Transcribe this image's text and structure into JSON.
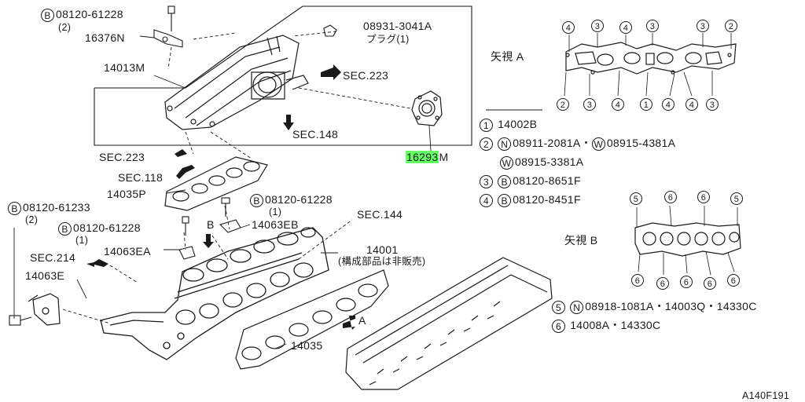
{
  "callouts": {
    "bolt_a": "08120-61228",
    "bolt_a_qty": "(2)",
    "bracket": "16376N",
    "plug": "08931-3041A",
    "plug_desc": "プラグ(1)",
    "collector": "14013M",
    "sec223_top": "SEC.223",
    "sec148": "SEC.148",
    "gasket_highlight": "16293",
    "gasket_suffix": "M",
    "sec223_mid": "SEC.223",
    "sec118": "SEC.118",
    "gasket_14035p": "14035P",
    "bolt_b": "08120-61228",
    "bolt_b_qty": "(1)",
    "bolt_c": "08120-61233",
    "bolt_c_qty": "(2)",
    "sec144": "SEC.144",
    "bolt_d": "08120-61228",
    "bolt_d_qty": "(1)",
    "bracket_eb": "14063EB",
    "view_b_marker": "B",
    "manifold": "14001",
    "manifold_note": "(構成部品は非販売)",
    "bracket_ea": "14063EA",
    "sec214": "SEC.214",
    "bracket_e": "14063E",
    "view_a_marker": "A",
    "gasket_14035": "14035",
    "drawing_id": "A140F191"
  },
  "view_a": {
    "title": "矢視 A",
    "top_numbers": [
      "4",
      "3",
      "4",
      "3",
      "3",
      "2"
    ],
    "bottom_numbers": [
      "2",
      "3",
      "4",
      "1",
      "4",
      "4",
      "3"
    ]
  },
  "view_b": {
    "title": "矢視 B",
    "top_numbers": [
      "5",
      "6",
      "6",
      "5"
    ],
    "bottom_numbers": [
      "6",
      "6",
      "6",
      "6",
      "6"
    ]
  },
  "legend": {
    "row1": {
      "num": "1",
      "text": "14002B"
    },
    "row2": {
      "num": "2",
      "prefix1": "N",
      "part1": "08911-2081A・",
      "prefix2": "W",
      "part2": "08915-4381A"
    },
    "row2b": {
      "prefix": "W",
      "part": "08915-3381A"
    },
    "row3": {
      "num": "3",
      "prefix": "B",
      "part": "08120-8651F"
    },
    "row4": {
      "num": "4",
      "prefix": "B",
      "part": "08120-8451F"
    },
    "row5": {
      "num": "5",
      "prefix": "N",
      "part": "08918-1081A・14003Q・14330C"
    },
    "row6": {
      "num": "6",
      "part": "14008A・14330C"
    },
    "bolt_prefix": "B"
  }
}
